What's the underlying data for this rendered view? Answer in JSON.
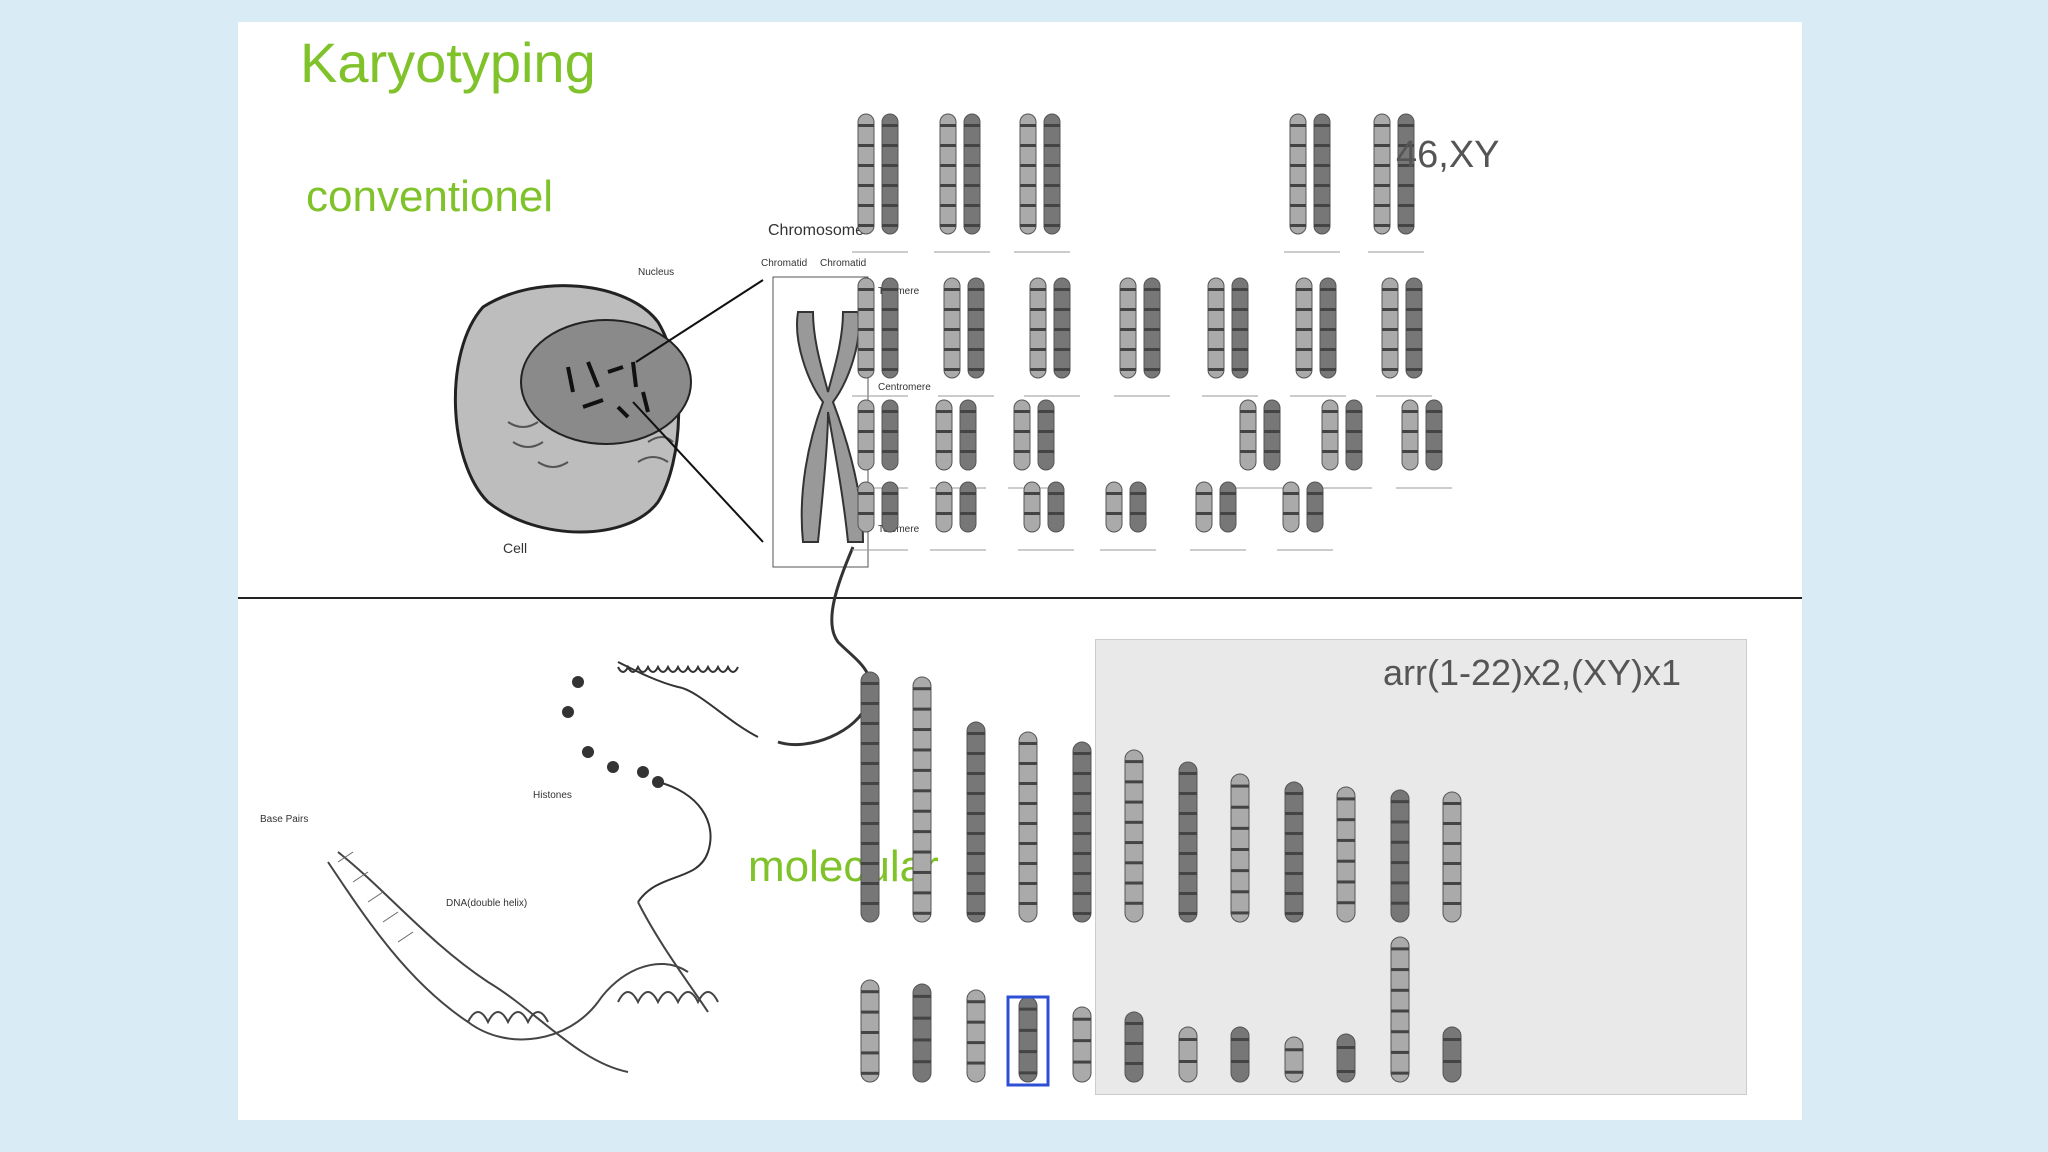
{
  "title": "Karyotyping",
  "section_top": "conventionel",
  "section_bottom": "molecular",
  "karyotype_code": "46,XY",
  "array_code": "arr(1-22)x2,(XY)x1",
  "cell_diagram": {
    "chromosome": "Chromosome",
    "chromatid_left": "Chromatid",
    "chromatid_right": "Chromatid",
    "telomere_top": "Telomere",
    "centromere": "Centromere",
    "telomere_bottom": "Telomere",
    "nucleus": "Nucleus",
    "cell": "Cell",
    "histones": "Histones",
    "base_pairs": "Base Pairs",
    "dna": "DNA(double helix)"
  }
}
